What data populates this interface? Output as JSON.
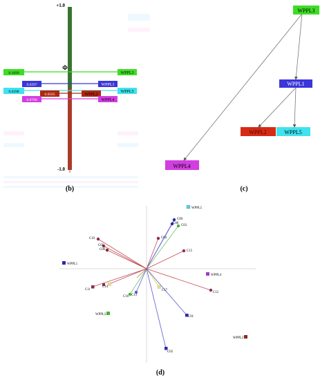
{
  "panel_b": {
    "caption": "(b)",
    "axis_top": "+1.0",
    "axis_bottom": "-1.0",
    "phi": "Φ",
    "bars": [
      {
        "name": "WPPL3",
        "value": "0.1699",
        "color": "#3fdc25"
      },
      {
        "name": "WPPL1",
        "value": "0.0297",
        "color": "#3a36d8"
      },
      {
        "name": "WPPL5",
        "value": "0.0298",
        "color": "#3fe2ee"
      },
      {
        "name": "WPPL2",
        "value": "0.0505",
        "color": "#b2250f"
      },
      {
        "name": "WPPL4",
        "value": "0.0789",
        "color": "#d23ee0"
      }
    ]
  },
  "panel_c": {
    "caption": "(c)",
    "nodes": [
      {
        "id": "WPPL3",
        "color": "#3fdc25"
      },
      {
        "id": "WPPL1",
        "color": "#3a36d8"
      },
      {
        "id": "WPPL2",
        "color": "#d62a14"
      },
      {
        "id": "WPPL5",
        "color": "#3fe2ee"
      },
      {
        "id": "WPPL4",
        "color": "#d23ee0"
      }
    ],
    "edges": [
      [
        "WPPL3",
        "WPPL1"
      ],
      [
        "WPPL3",
        "WPPL4"
      ],
      [
        "WPPL1",
        "WPPL2"
      ],
      [
        "WPPL1",
        "WPPL5"
      ]
    ]
  },
  "panel_d": {
    "caption": "(d)",
    "alternatives": [
      {
        "label": "WPPL5",
        "color": "#5bc8e6"
      },
      {
        "label": "WPPL4",
        "color": "#a03ec0"
      },
      {
        "label": "WPPL1",
        "color": "#2a2ab0"
      },
      {
        "label": "WPPL3",
        "color": "#4caf3a"
      },
      {
        "label": "WPPL2",
        "color": "#8a2a1a"
      }
    ],
    "criteria": [
      "C09",
      "C08",
      "C03",
      "C04",
      "C10",
      "C05",
      "C06",
      "C15",
      "C14",
      "C16",
      "C11",
      "C12",
      "C13",
      "C17",
      "C01",
      "C02"
    ]
  }
}
